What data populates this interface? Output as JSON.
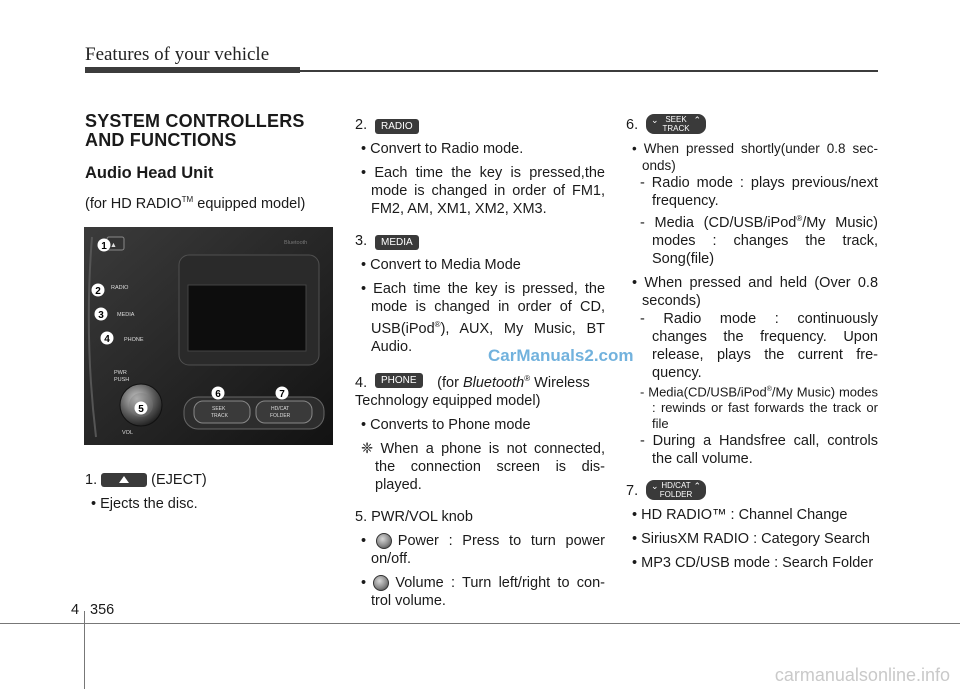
{
  "header": {
    "title": "Features of your vehicle"
  },
  "left": {
    "title_line1": "SYSTEM CONTROLLERS",
    "title_line2": "AND FUNCTIONS",
    "subtitle": "Audio Head Unit",
    "model_note_pre": "(for HD RADIO",
    "model_note_tm": "TM",
    "model_note_post": " equipped model)",
    "photo_labels": {
      "n1": "1",
      "n2": "2",
      "n3": "3",
      "n4": "4",
      "n5": "5",
      "n6": "6",
      "n7": "7",
      "radio": "RADIO",
      "media": "MEDIA",
      "phone": "PHONE",
      "pwr": "PWR",
      "push": "PUSH",
      "vol": "VOL",
      "seek": "SEEK",
      "track": "TRACK",
      "hdcat": "HD/CAT",
      "folder": "FOLDER",
      "bluetooth": "Bluetooth"
    },
    "item1_num": "1.",
    "item1_label": "(EJECT)",
    "item1_b1": "Ejects the disc."
  },
  "middle": {
    "item2_num": "2.",
    "item2_btn": "RADIO",
    "item2_b1": "Convert to Radio mode.",
    "item2_b2": "Each time the key is pressed,the mode is changed in order of FM1, FM2, AM, XM1, XM2, XM3.",
    "item3_num": "3.",
    "item3_btn": "MEDIA",
    "item3_b1": "Convert to Media Mode",
    "item3_b2_a": "Each time the key is pressed, the mode is changed in order of CD, USB(iPod",
    "item3_b2_reg": "®",
    "item3_b2_b": "), AUX, My Music, BT Audio.",
    "item4_num": "4.",
    "item4_btn": "PHONE",
    "item4_for": "(for",
    "item4_bt": "Bluetooth",
    "item4_reg": "®",
    "item4_wl": "Wireless",
    "item4_line2": "Technology equipped model)",
    "item4_b1": "Converts to Phone mode",
    "item4_note_mark": "❈",
    "item4_note": "When a phone is not connected, the connection screen is dis-played.",
    "item5_title": "5. PWR/VOL knob",
    "item5_b1": "Power : Press to turn power on/off.",
    "item5_b2": "Volume : Turn left/right to con-trol volume."
  },
  "right": {
    "item6_num": "6.",
    "item6_btn_top": "SEEK",
    "item6_btn_bot": "TRACK",
    "item6_b1": "When pressed shortly(under 0.8 sec-onds)",
    "item6_d1": "- Radio mode : plays previous/next frequency.",
    "item6_d2_a": "- Media (CD/USB/iPod",
    "item6_d2_reg": "®",
    "item6_d2_b": "/My Music) modes : changes the track, Song(file)",
    "item6_b2": "When pressed and held (Over 0.8 seconds)",
    "item6_d3": "- Radio mode : continuously changes the frequency. Upon release, plays the current fre-quency.",
    "item6_d4_a": "- Media(CD/USB/iPod",
    "item6_d4_reg": "®",
    "item6_d4_b": "/My Music) modes : rewinds or fast forwards the track or file",
    "item6_d5": "- During a Handsfree call, controls the call volume.",
    "item7_num": "7.",
    "item7_btn_top": "HD/CAT",
    "item7_btn_bot": "FOLDER",
    "item7_b1": "HD RADIO™ : Channel Change",
    "item7_b2": "SiriusXM RADIO : Category Search",
    "item7_b3": "MP3 CD/USB mode : Search Folder"
  },
  "watermark": "CarManuals2.com",
  "footer": {
    "chapter": "4",
    "page": "356",
    "site": "carmanualsonline.info"
  }
}
